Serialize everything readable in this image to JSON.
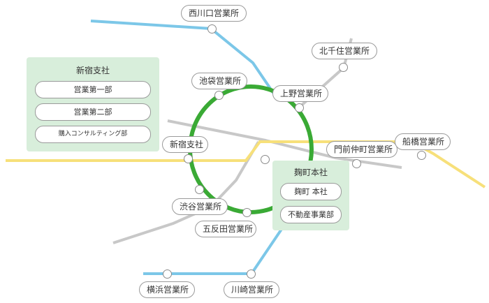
{
  "colors": {
    "loop_line": "#3aaa35",
    "blue_line": "#7cc7e8",
    "yellow_line": "#f7e07a",
    "gray_line": "#c8c8c8",
    "panel_bg": "#d8eedb"
  },
  "stations": {
    "nishikawaguchi": "西川口営業所",
    "kitasenju": "北千住営業所",
    "ikebukuro": "池袋営業所",
    "ueno": "上野営業所",
    "shinjuku_branch": "新宿支社",
    "monzennakacho": "門前仲町営業所",
    "funabashi": "船橋営業所",
    "shibuya": "渋谷営業所",
    "gotanda": "五反田営業所",
    "yokohama": "横浜営業所",
    "kawasaki": "川崎営業所"
  },
  "shinjuku_panel": {
    "title": "新宿支社",
    "items": [
      "営業第一部",
      "営業第二部",
      "購入コンサルティング部"
    ]
  },
  "kojimachi_panel": {
    "title": "麹町本社",
    "items": [
      "麹町 本社",
      "不動産事業部"
    ]
  }
}
